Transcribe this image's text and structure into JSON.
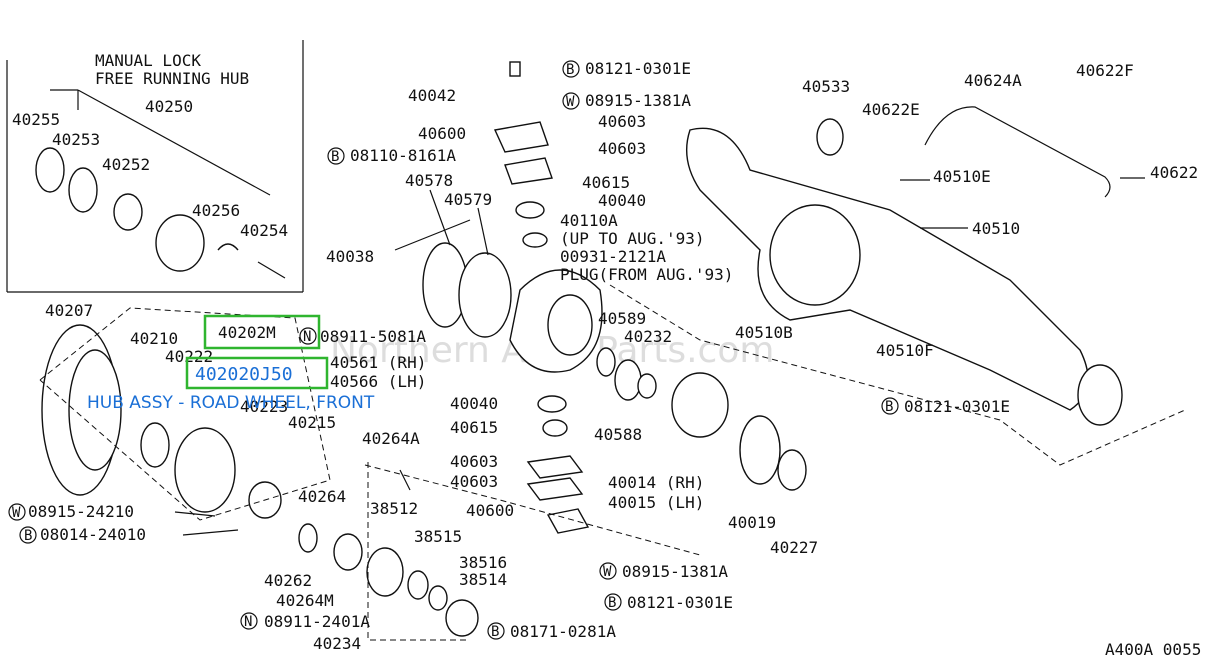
{
  "inset": {
    "title_line1": "MANUAL LOCK",
    "title_line2": "FREE RUNNING HUB",
    "parts": [
      "40255",
      "40253",
      "40250",
      "40252",
      "40256",
      "40254"
    ]
  },
  "highlight": {
    "box1_label": "40202M",
    "box2_label": "402020J50",
    "description": "HUB ASSY - ROAD WHEEL, FRONT",
    "color": "#1a6fd6",
    "box_color": "#2fb52f"
  },
  "watermark": "Northern Auto Parts.com",
  "labels": {
    "p40207": "40207",
    "p40210": "40210",
    "p40222": "40222",
    "p40223": "40223",
    "p40215": "40215",
    "w08915_24210": "08915-24210",
    "b08014_24010": "08014-24010",
    "n08911_5081A": "08911-5081A",
    "p40561": "40561 (RH)",
    "p40566": "40566 (LH)",
    "p40038": "40038",
    "p40578": "40578",
    "p40579": "40579",
    "b08110_8161A": "08110-8161A",
    "p40600a": "40600",
    "p40042": "40042",
    "b08121_0301E_a": "08121-0301E",
    "w08915_1381A_a": "08915-1381A",
    "p40603a": "40603",
    "p40603b": "40603",
    "p40615a": "40615",
    "p40040a": "40040",
    "p40110A": "40110A",
    "up_to": "(UP TO AUG.'93)",
    "p00931": "00931-2121A",
    "plug_from": "PLUG(FROM AUG.'93)",
    "p40533": "40533",
    "p40622E": "40622E",
    "p40624A": "40624A",
    "p40622F": "40622F",
    "p40622": "40622",
    "p40510E": "40510E",
    "p40510": "40510",
    "p40510B": "40510B",
    "p40510F": "40510F",
    "b08121_0301E_b": "08121-0301E",
    "p40589": "40589",
    "p40232": "40232",
    "p40040b": "40040",
    "p40615b": "40615",
    "p40588": "40588",
    "p40264A": "40264A",
    "p40603c": "40603",
    "p40603d": "40603",
    "p40600b": "40600",
    "p40014": "40014 (RH)",
    "p40015": "40015 (LH)",
    "p40019": "40019",
    "p40227": "40227",
    "p40264": "40264",
    "p38512": "38512",
    "p38515": "38515",
    "p38516": "38516",
    "p38514": "38514",
    "p40262": "40262",
    "p40264M": "40264M",
    "w08915_1381A_b": "08915-1381A",
    "b08121_0301E_c": "08121-0301E",
    "n08911_2401A": "08911-2401A",
    "b08171_0281A": "08171-0281A",
    "p40234": "40234",
    "code": "A400A 0055"
  },
  "markers": {
    "bolt": "B",
    "washer": "W",
    "nut": "N"
  }
}
